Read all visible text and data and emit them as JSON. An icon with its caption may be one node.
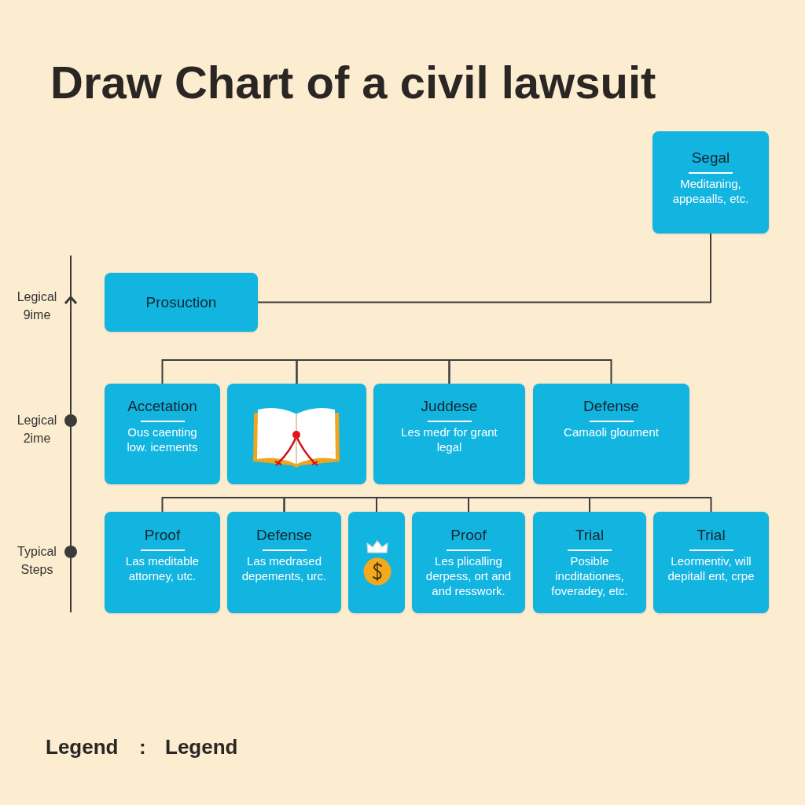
{
  "diagram": {
    "title": "Draw Chart of a civil lawsuit",
    "nodes": [
      {
        "text": [
          "Segal",
          "Meditaning, appeaalls, etc."
        ]
      },
      {
        "text": [
          "Prosuction"
        ]
      },
      {
        "text": [
          "Accetation",
          "Ous caenting low. icements"
        ]
      },
      {
        "text": [],
        "shape": "picture"
      },
      {
        "text": [
          "Juddese",
          "Les medr for grant legal"
        ]
      },
      {
        "text": [
          "Defense",
          "Camaoli gloument"
        ]
      },
      {
        "text": [
          "Proof",
          "Las meditable attorney, utc."
        ]
      },
      {
        "text": [
          "Defense",
          "Las medrased depements, urc."
        ]
      },
      {
        "text": [],
        "shape": "picture"
      },
      {
        "text": [
          "Proof",
          "Les plicalling derpess, ort and and resswork."
        ]
      },
      {
        "text": [
          "Trial",
          "Posible incditationes, foveradey, etc."
        ]
      },
      {
        "text": [
          "Trial",
          "Leormentiv, will depitall ent, crpe"
        ]
      }
    ],
    "edges": [
      {
        "from": 1,
        "to": 0,
        "arrow": "none"
      },
      {
        "from": 2,
        "to": 3,
        "arrow": "none"
      },
      {
        "from": 3,
        "to": 4,
        "arrow": "none"
      },
      {
        "from": 4,
        "to": 5,
        "arrow": "none"
      },
      {
        "from": 6,
        "to": 7,
        "arrow": "none"
      },
      {
        "from": 7,
        "to": 8,
        "arrow": "none"
      },
      {
        "from": 8,
        "to": 9,
        "arrow": "none"
      },
      {
        "from": 9,
        "to": 10,
        "arrow": "none"
      },
      {
        "from": 10,
        "to": 11,
        "arrow": "none"
      }
    ],
    "labels": [
      "Legical 9ime",
      "Legical 2ime",
      "Typical Steps",
      "Legend",
      ":",
      "Legend"
    ]
  }
}
